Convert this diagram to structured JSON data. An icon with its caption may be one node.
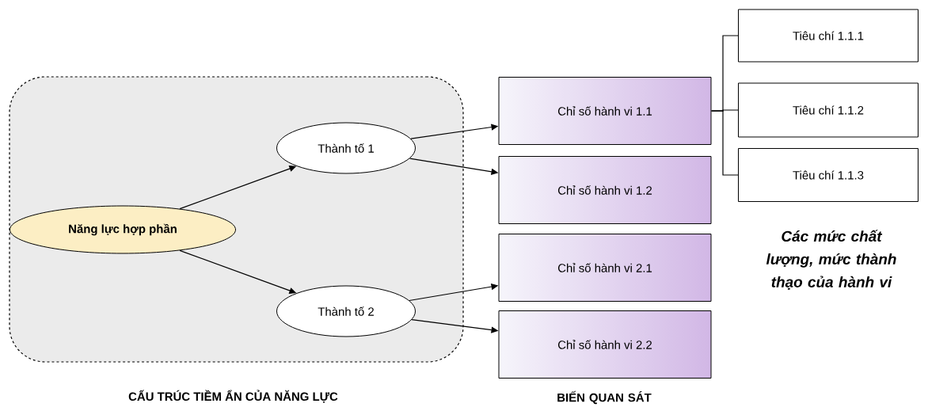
{
  "diagram": {
    "nodes": [
      {
        "text": [
          "CẤU TRÚC TIỀM ẨN CỦA NĂNG LỰC"
        ]
      },
      {
        "text": [
          "Năng lực hợp phần"
        ],
        "in": 0
      },
      {
        "text": [
          "Thành tố 1"
        ],
        "in": 0
      },
      {
        "text": [
          "Thành tố 2"
        ],
        "in": 0
      },
      {
        "text": [
          "Chỉ số hành vi 1.1"
        ]
      },
      {
        "text": [
          "Chỉ số hành vi 1.2"
        ]
      },
      {
        "text": [
          "Chỉ số hành vi 2.1"
        ]
      },
      {
        "text": [
          "Chỉ số hành vi 2.2"
        ]
      },
      {
        "text": [
          "Tiêu chí 1.1.1"
        ]
      },
      {
        "text": [
          "Tiêu chí 1.1.2"
        ]
      },
      {
        "text": [
          "Tiêu chí 1.1.3"
        ]
      }
    ],
    "edges": [
      {
        "from": 1,
        "to": 2,
        "arrow": "to"
      },
      {
        "from": 1,
        "to": 3,
        "arrow": "to"
      },
      {
        "from": 2,
        "to": 4,
        "arrow": "to"
      },
      {
        "from": 2,
        "to": 5,
        "arrow": "to"
      },
      {
        "from": 3,
        "to": 6,
        "arrow": "to"
      },
      {
        "from": 3,
        "to": 7,
        "arrow": "to"
      },
      {
        "from": 4,
        "to": 8,
        "arrow": "none"
      },
      {
        "from": 4,
        "to": 9,
        "arrow": "none"
      },
      {
        "from": 4,
        "to": 10,
        "arrow": "none"
      }
    ],
    "labels": [
      "BIẾN QUAN SÁT",
      "Các mức chất lượng, mức thành thạo của hành vi"
    ]
  }
}
